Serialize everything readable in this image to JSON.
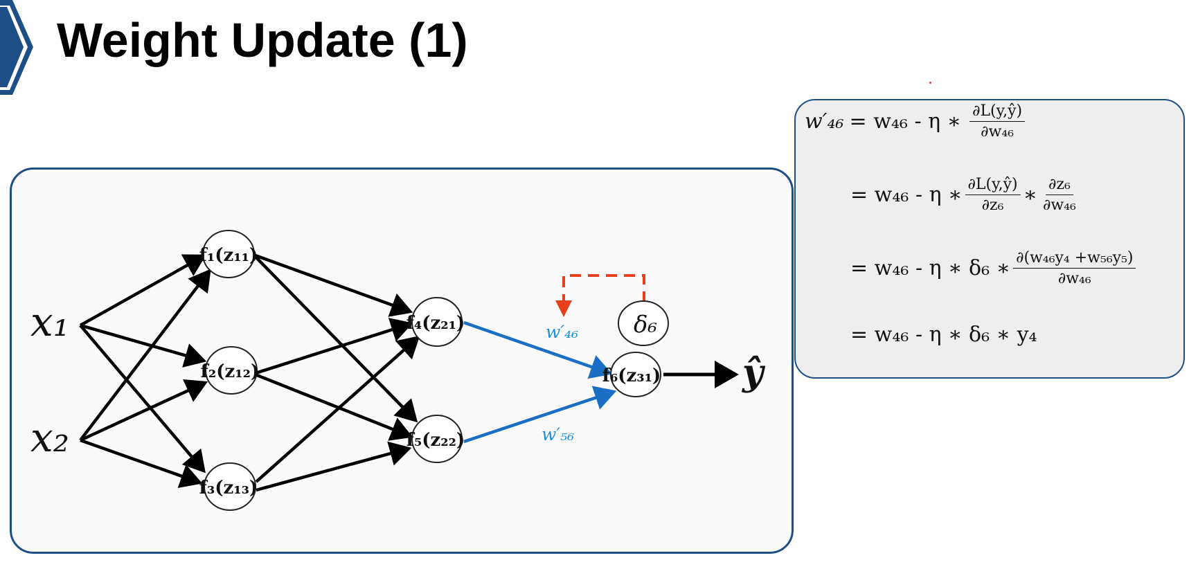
{
  "title": "Weight Update (1)",
  "colors": {
    "accent": "#1d4f86",
    "blue_edge": "#1a6fc4",
    "red_dashed": "#e8401c",
    "panel_bg": "#fafafa",
    "eq_bg": "#eeeeee"
  },
  "network": {
    "inputs": [
      "x₁",
      "x₂"
    ],
    "hidden1": [
      "f₁(z₁₁)",
      "f₂(z₁₂)",
      "f₃(z₁₃)"
    ],
    "hidden2": [
      "f₄(z₂₁)",
      "f₅(z₂₂)"
    ],
    "output_node": "f₆(z₃₁)",
    "delta": "δ₆",
    "output": "ŷ",
    "w46": "w′₄₆",
    "w56": "w′₅₆"
  },
  "equations": {
    "lhs": "w′₄₆",
    "eq1": {
      "prefix": "= w₄₆ - η ∗",
      "num": "∂L(y,ŷ)",
      "den": "∂w₄₆"
    },
    "eq2": {
      "prefix": "= w₄₆ - η ∗",
      "num1": "∂L(y,ŷ)",
      "den1": "∂z₆",
      "mid": "∗",
      "num2": "∂z₆",
      "den2": "∂w₄₆"
    },
    "eq3": {
      "prefix": "= w₄₆ - η ∗ δ₆ ∗",
      "num": "∂(w₄₆y₄ +w₅₆y₅)",
      "den": "∂w₄₆"
    },
    "eq4": {
      "text": "= w₄₆ - η ∗ δ₆ ∗ y₄"
    }
  }
}
